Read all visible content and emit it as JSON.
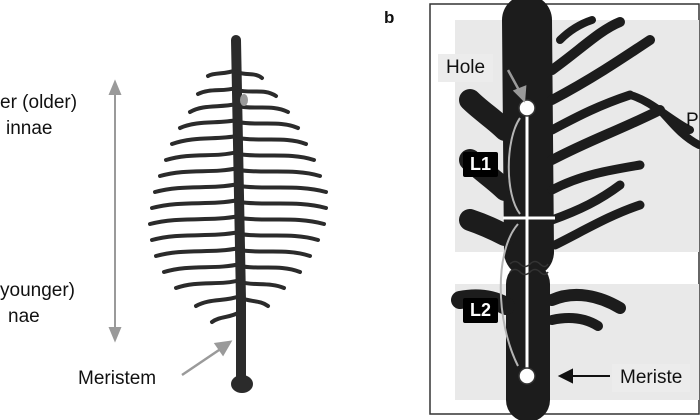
{
  "panel_a": {
    "upper_label_line1": "er (older)",
    "upper_label_line2": "innae",
    "lower_label_line1": "younger)",
    "lower_label_line2": "nae",
    "meristem_label": "Meristem"
  },
  "panel_b": {
    "letter": "b",
    "hole_label": "Hole",
    "l1_label": "L1",
    "l2_label": "L2",
    "meristem_label": "Meriste",
    "edge_letter": "P"
  },
  "colors": {
    "plant": "#2b2b2b",
    "arrow_gray": "#9a9a9a",
    "photo_bg": "#e9e9e9"
  }
}
